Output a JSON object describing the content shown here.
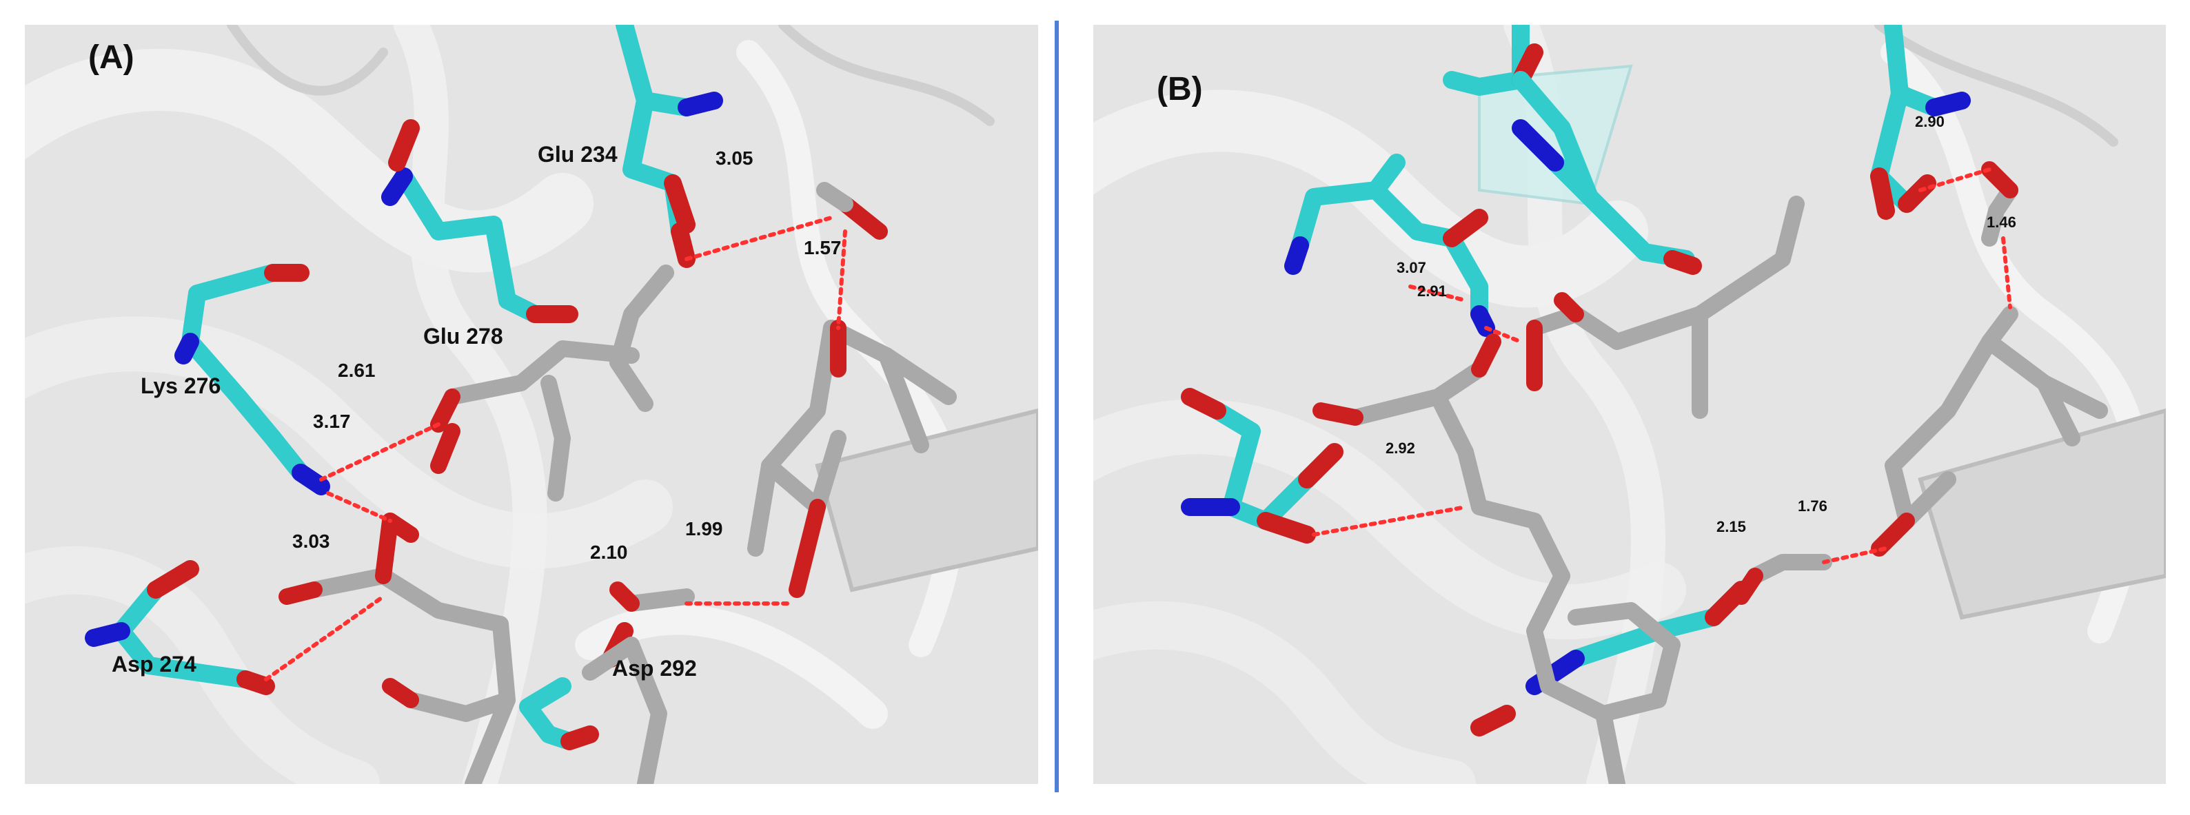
{
  "figure": {
    "colors": {
      "background": "#e4e4e4",
      "ribbon": "#f2f2f2",
      "ribbon_edge": "#b3b3b3",
      "carbon_cyan": "#33cccc",
      "carbon_grey": "#a9a9a9",
      "oxygen": "#cc2020",
      "nitrogen": "#1818cc",
      "hbond": "#ff3030",
      "divider": "#4f7fd8"
    },
    "panel_a": {
      "label": "(A)",
      "residues": [
        "Glu 234",
        "Glu 278",
        "Lys 276",
        "Asp 274",
        "Asp 292"
      ],
      "distances": [
        "3.05",
        "1.57",
        "2.61",
        "3.17",
        "3.03",
        "2.10",
        "1.99"
      ]
    },
    "panel_b": {
      "label": "(B)",
      "distances": [
        "2.90",
        "1.46",
        "3.07",
        "2.91",
        "2.92",
        "2.15",
        "1.76"
      ]
    }
  }
}
